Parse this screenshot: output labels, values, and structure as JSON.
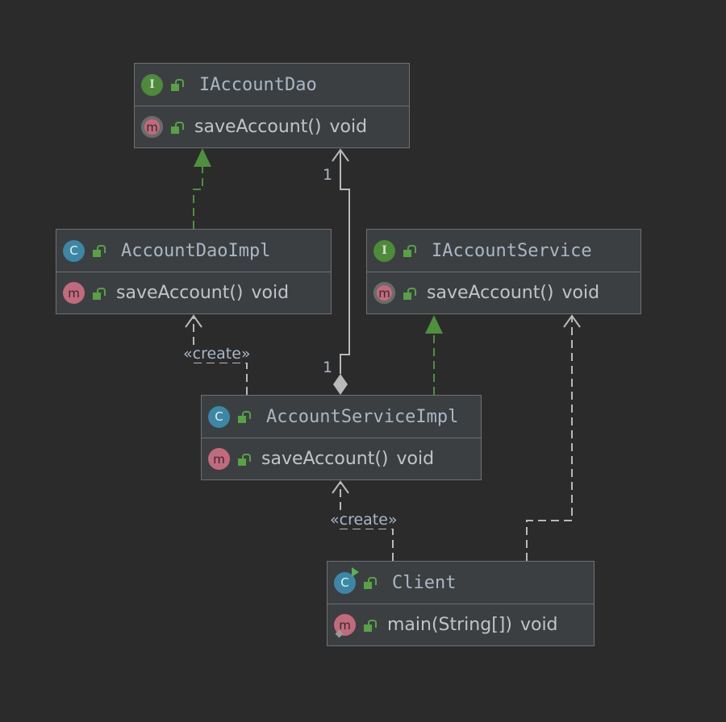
{
  "colors": {
    "background": "#2b2b2b",
    "node_fill": "#3c3f41",
    "node_border": "#6e7174",
    "implements_edge": "#4f8f3f",
    "dependency_edge": "#b9b9b9",
    "interface_badge": "#4d8a3a",
    "class_badge": "#3d87a6",
    "method_badge": "#c26a7d",
    "public_lock": "#59a046"
  },
  "nodes": {
    "iaccountdao": {
      "kind_icon": "interface-icon",
      "title": "IAccountDao",
      "method": "saveAccount()",
      "return": "void"
    },
    "accountdaoimpl": {
      "kind_icon": "class-icon",
      "title": "AccountDaoImpl",
      "method": "saveAccount()",
      "return": "void"
    },
    "iaccountservice": {
      "kind_icon": "interface-icon",
      "title": "IAccountService",
      "method": "saveAccount()",
      "return": "void"
    },
    "accountserviceimpl": {
      "kind_icon": "class-icon",
      "title": "AccountServiceImpl",
      "method": "saveAccount()",
      "return": "void"
    },
    "client": {
      "kind_icon": "runnable-class-icon",
      "title": "Client",
      "method": "main(String[])",
      "return": "void"
    }
  },
  "badges": {
    "interface": "I",
    "class": "C",
    "method": "m"
  },
  "edges": {
    "create_label": "«create»",
    "multiplicity_target": "1",
    "multiplicity_source": "1"
  }
}
